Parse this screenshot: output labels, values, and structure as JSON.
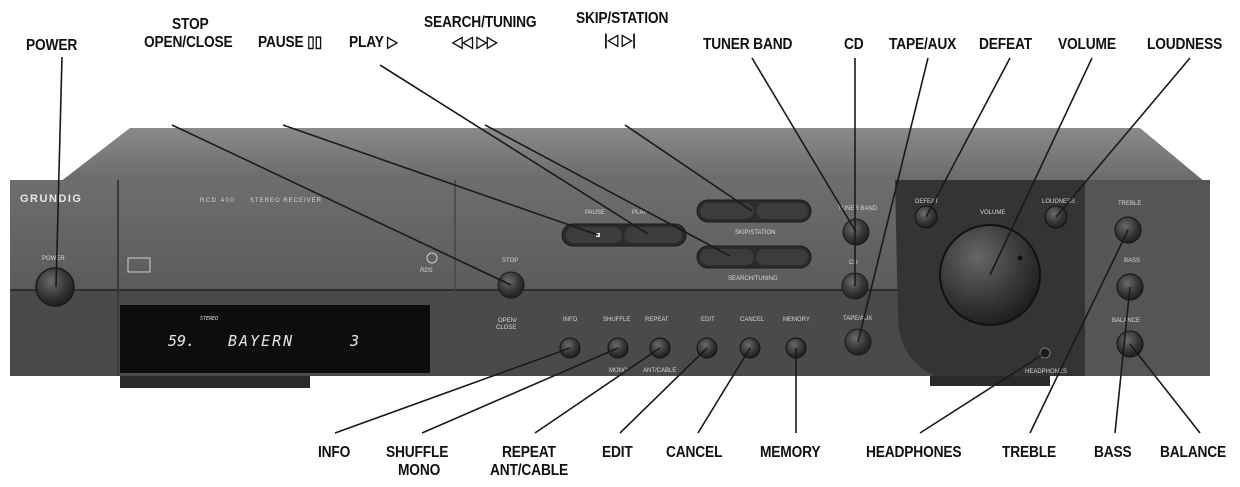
{
  "device": {
    "brand": "GRUNDIG",
    "model": "RCD 400",
    "subtitle": "STEREO RECEIVER",
    "rds": "RDS",
    "display": {
      "left": "59.",
      "station": "BAYERN",
      "number": "3",
      "mini": "STEREO"
    }
  },
  "panel": {
    "power": "POWER",
    "stop": "STOP",
    "open_close_1": "OPEN/",
    "open_close_2": "CLOSE",
    "pause": "PAUSE",
    "play": "PLAY",
    "skip_station": "SKIP/STATION",
    "search_tuning": "SEARCH/TUNING",
    "tuner_band": "TUNER BAND",
    "cd": "CD",
    "tape_aux": "TAPE/AUX",
    "defeat": "DEFEAT",
    "volume": "VOLUME",
    "loudness": "LOUDNESS",
    "treble": "TREBLE",
    "bass": "BASS",
    "balance": "BALANCE",
    "headphones": "HEADPHONES",
    "info": "INFO",
    "shuffle": "SHUFFLE",
    "repeat": "REPEAT",
    "edit": "EDIT",
    "cancel": "CANCEL",
    "memory": "MEMORY",
    "mono": "MONO",
    "ant_cable": "ANT/CABLE"
  },
  "callouts": {
    "power": "POWER",
    "stop": "STOP",
    "open_close": "OPEN/CLOSE",
    "pause": "PAUSE ▯▯",
    "play": "PLAY ▷",
    "search": "SEARCH/TUNING",
    "search_arrows": "◁◁  ▷▷",
    "skip": "SKIP/STATION",
    "skip_arrows": "|◁  ▷|",
    "tuner_band": "TUNER BAND",
    "cd": "CD",
    "tape_aux": "TAPE/AUX",
    "defeat": "DEFEAT",
    "volume": "VOLUME",
    "loudness": "LOUDNESS",
    "info": "INFO",
    "shuffle": "SHUFFLE",
    "mono": "MONO",
    "repeat": "REPEAT",
    "ant_cable": "ANT/CABLE",
    "edit": "EDIT",
    "cancel": "CANCEL",
    "memory": "MEMORY",
    "headphones": "HEADPHONES",
    "treble": "TREBLE",
    "bass": "BASS",
    "balance": "BALANCE"
  },
  "colors": {
    "body": "#5e5e5e",
    "body_dark": "#3a3a3a",
    "body_top": "#777777",
    "knob": "#2e2e2e",
    "lcd": "#0d0d0d",
    "ink": "#111111"
  }
}
